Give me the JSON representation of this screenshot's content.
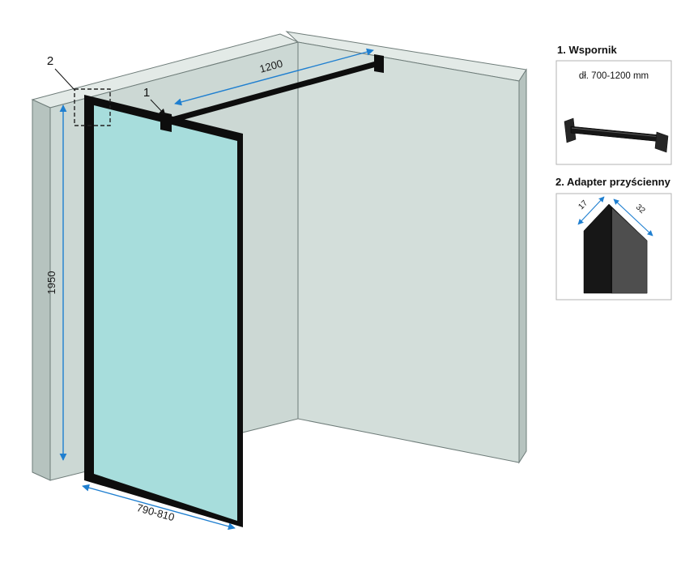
{
  "main": {
    "callout_1": "1",
    "callout_2": "2",
    "dim_bar": "1200",
    "dim_height": "1950",
    "dim_width": "790-810"
  },
  "details": {
    "bracket_title": "1. Wspornik",
    "bracket_note": "dł. 700-1200 mm",
    "adapter_title": "2. Adapter przyścienny",
    "adapter_dim_a": "17",
    "adapter_dim_b": "32"
  },
  "colors": {
    "wall_face": "#ccd8d4",
    "wall_face_right": "#d3deda",
    "wall_top": "#e3eae7",
    "wall_side": "#b6c3bf",
    "glass": "#b4efee",
    "frame": "#0d0d0d",
    "dimension_accent": "#1f7fd0",
    "outline": "#6e7c79"
  }
}
